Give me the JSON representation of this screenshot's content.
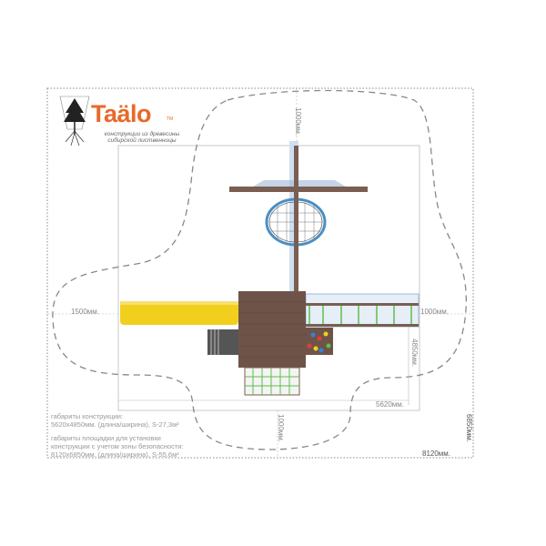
{
  "logo": {
    "brand": "Taälo",
    "trademark": "TM",
    "tagline_line1": "конструкции из древесины",
    "tagline_line2": "сибирской лиственницы"
  },
  "dimensions": {
    "top_clearance": "1000мм.",
    "left_clearance": "1500мм.",
    "right_clearance": "1000мм.",
    "structure_width": "4850мм.",
    "structure_length": "5620мм.",
    "bottom_clearance": "1000мм.",
    "zone_width": "6850мм.",
    "zone_length": "8120мм."
  },
  "notes": {
    "construction_title": "габариты конструкции:",
    "construction_value": "5620x4850мм. (длина/ширина), S-27,3м²",
    "zone_title_1": "габариты площадки для установки",
    "zone_title_2": "конструкции с учетом зоны безопасности:",
    "zone_value": "8120x6850мм. (длина/ширина), S-55,6м²"
  },
  "colors": {
    "brand": "#e8692a",
    "wood": "#6e5448",
    "slide": "#f2cf1c",
    "net": "#5cc04a",
    "frame": "#9fb8d6"
  }
}
